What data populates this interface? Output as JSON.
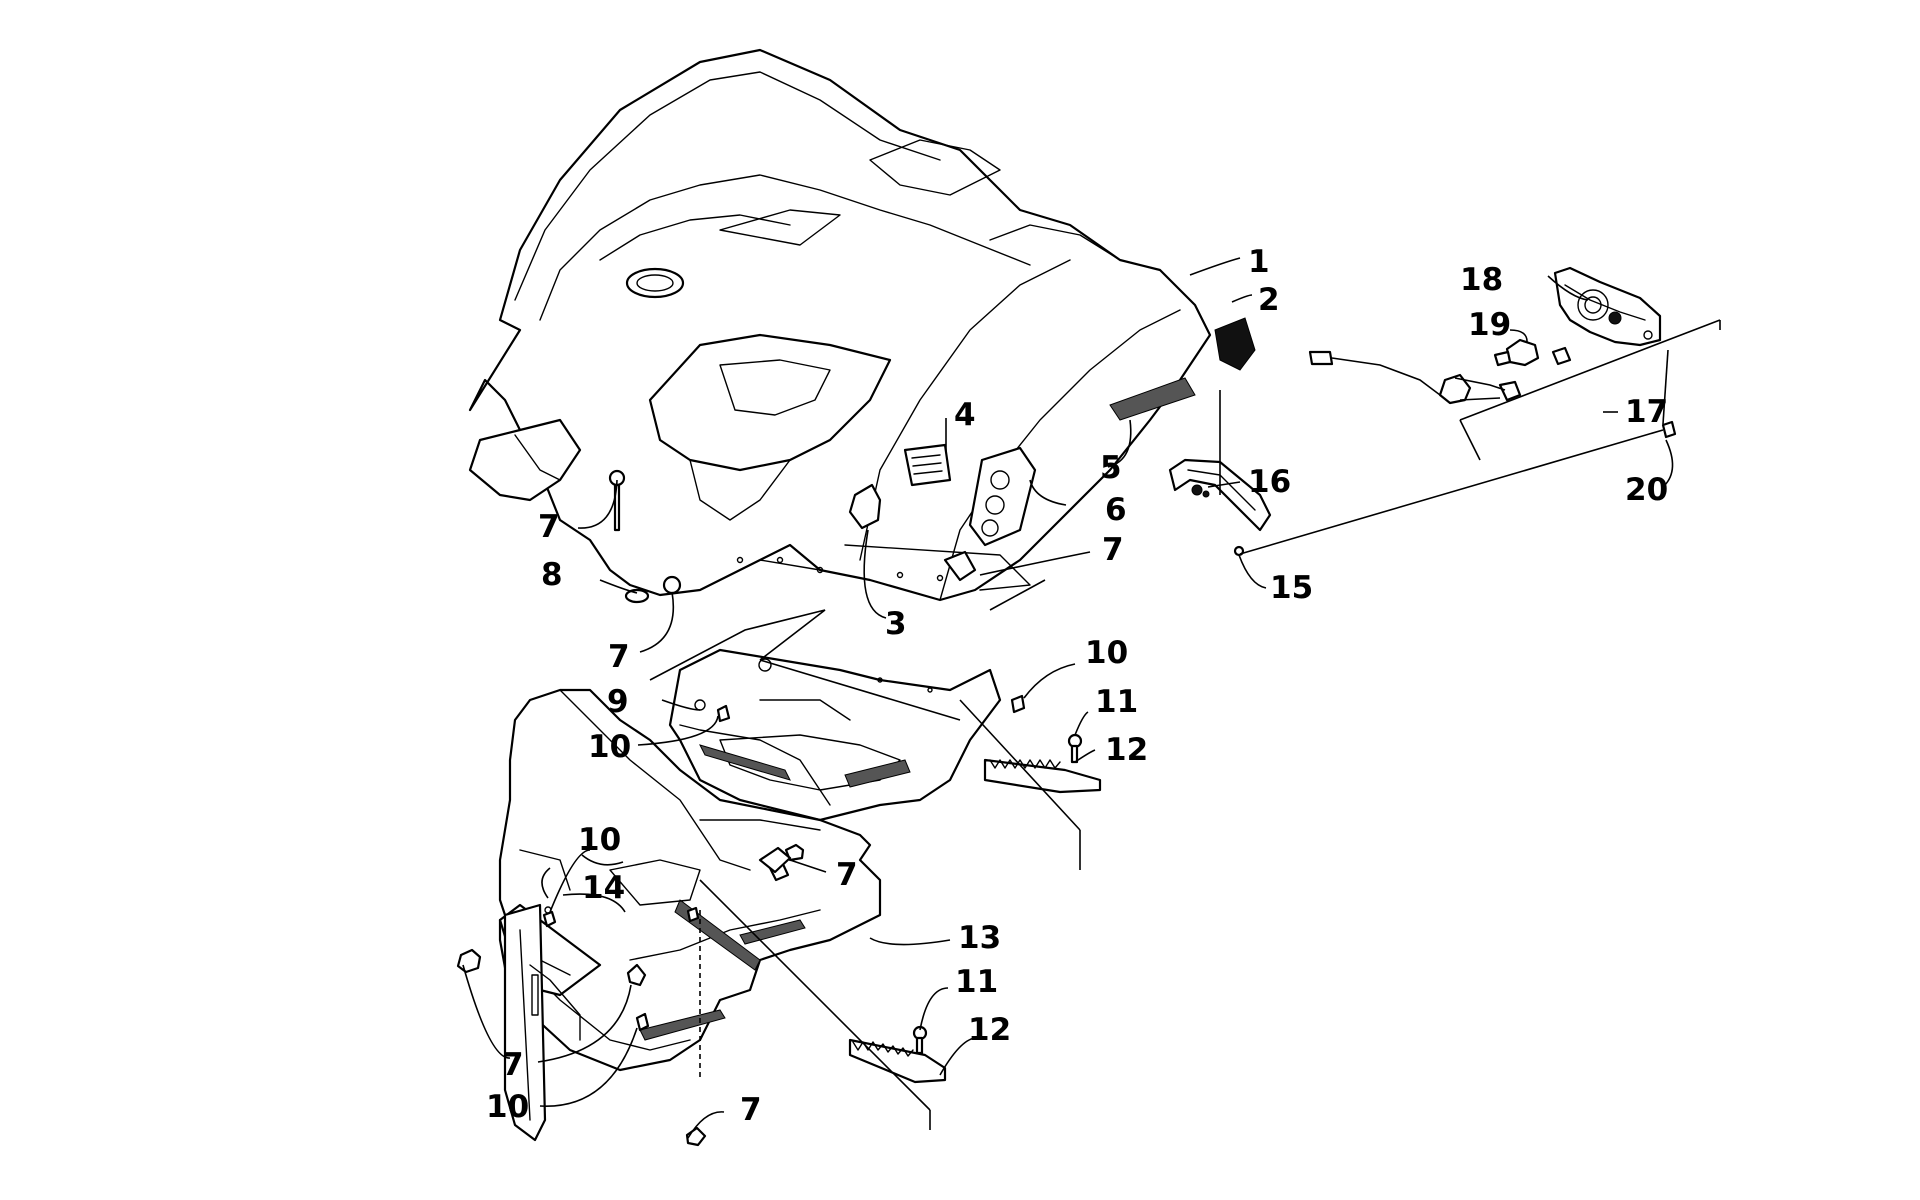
{
  "callouts": [
    {
      "id": "c1",
      "text": "1"
    },
    {
      "id": "c2",
      "text": "2"
    },
    {
      "id": "c3",
      "text": "3"
    },
    {
      "id": "c4",
      "text": "4"
    },
    {
      "id": "c5",
      "text": "5"
    },
    {
      "id": "c6",
      "text": "6"
    },
    {
      "id": "c7a",
      "text": "7"
    },
    {
      "id": "c7b",
      "text": "7"
    },
    {
      "id": "c7c",
      "text": "7"
    },
    {
      "id": "c7d",
      "text": "7"
    },
    {
      "id": "c7e",
      "text": "7"
    },
    {
      "id": "c7f",
      "text": "7"
    },
    {
      "id": "c8",
      "text": "8"
    },
    {
      "id": "c9",
      "text": "9"
    },
    {
      "id": "c10a",
      "text": "10"
    },
    {
      "id": "c10b",
      "text": "10"
    },
    {
      "id": "c10c",
      "text": "10"
    },
    {
      "id": "c10d",
      "text": "10"
    },
    {
      "id": "c11a",
      "text": "11"
    },
    {
      "id": "c11b",
      "text": "11"
    },
    {
      "id": "c12a",
      "text": "12"
    },
    {
      "id": "c12b",
      "text": "12"
    },
    {
      "id": "c13",
      "text": "13"
    },
    {
      "id": "c14",
      "text": "14"
    },
    {
      "id": "c15",
      "text": "15"
    },
    {
      "id": "c16",
      "text": "16"
    },
    {
      "id": "c17",
      "text": "17"
    },
    {
      "id": "c18",
      "text": "18"
    },
    {
      "id": "c19",
      "text": "19"
    },
    {
      "id": "c20",
      "text": "20"
    }
  ]
}
